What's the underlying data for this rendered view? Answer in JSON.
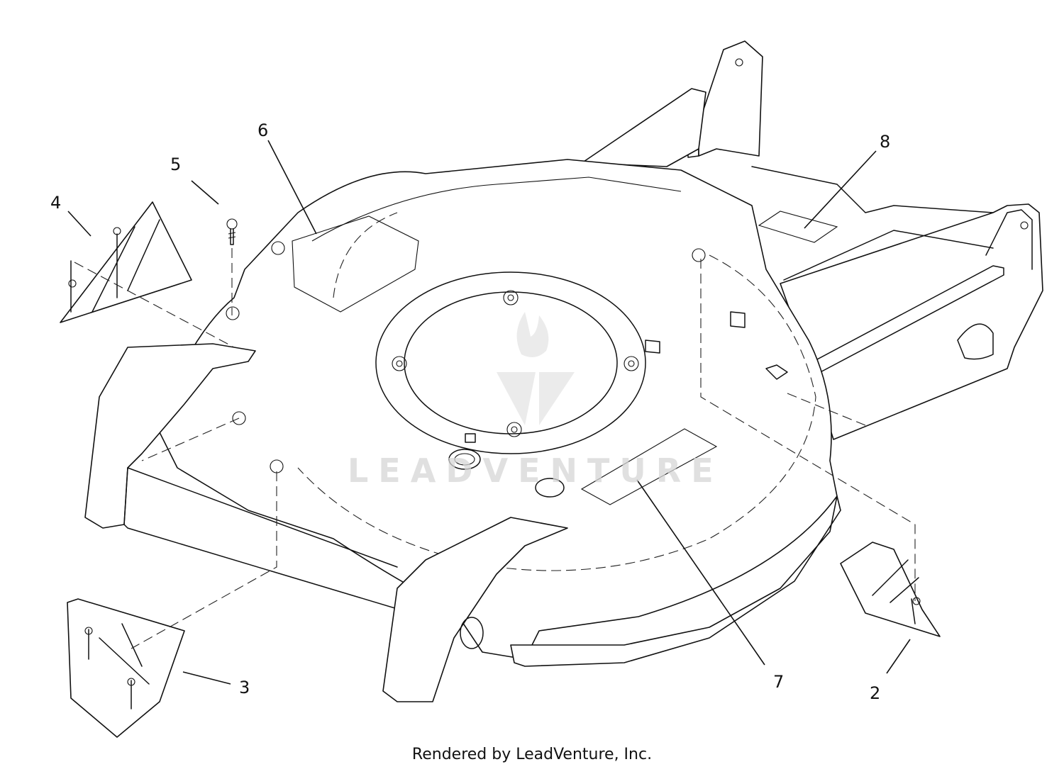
{
  "callouts": [
    {
      "id": "2",
      "label": "2"
    },
    {
      "id": "3",
      "label": "3"
    },
    {
      "id": "4",
      "label": "4"
    },
    {
      "id": "5",
      "label": "5"
    },
    {
      "id": "6",
      "label": "6"
    },
    {
      "id": "7",
      "label": "7"
    },
    {
      "id": "8",
      "label": "8"
    }
  ],
  "watermark": {
    "text": "LEADVENTURE"
  },
  "footer": {
    "text": "Rendered by LeadVenture, Inc."
  }
}
